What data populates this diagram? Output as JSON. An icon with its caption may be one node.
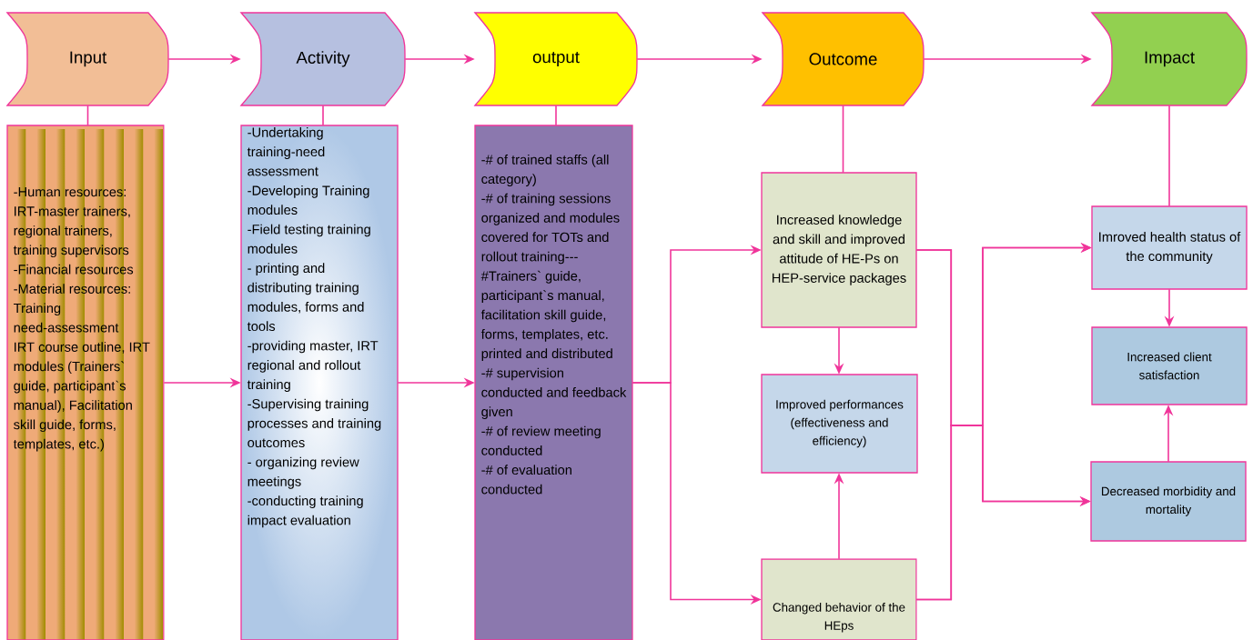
{
  "diagram": {
    "nodes": [
      {
        "text": [
          "Input"
        ]
      },
      {
        "text": [
          "Activity"
        ]
      },
      {
        "text": [
          "output"
        ]
      },
      {
        "text": [
          "Outcome"
        ]
      },
      {
        "text": [
          "Impact"
        ]
      },
      {
        "text": [
          "-Human resources: IRT-master trainers, regional trainers, training supervisors",
          "-Financial resources",
          "-Material resources:",
          "Training need-assessment",
          "IRT course outline, IRT modules (Trainers` guide, participant`s manual), Facilitation skill guide, forms, templates,  etc.)"
        ]
      },
      {
        "text": [
          "-Undertaking training-need assessment",
          "-Developing Training modules",
          "-Field testing training modules",
          "- printing and distributing training modules, forms and tools",
          "-providing master, IRT regional and rollout training",
          "-Supervising training processes and training outcomes",
          "- organizing review meetings",
          "-conducting training impact evaluation"
        ]
      },
      {
        "text": [
          "-# of trained staffs (all category)",
          "-# of training sessions organized and modules covered for TOTs and rollout training---",
          "#Trainers` guide, participant`s manual, facilitation skill guide, forms, templates,  etc. printed and distributed",
          "-# supervision conducted and feedback given",
          "-# of review meeting conducted",
          "-# of evaluation conducted"
        ]
      },
      {
        "text": [
          "Increased knowledge and skill and improved attitude of HE-Ps on HEP-service packages"
        ]
      },
      {
        "text": [
          "Improved performances (effectiveness and efficiency)"
        ]
      },
      {
        "text": [
          "Changed behavior of the HEps"
        ]
      },
      {
        "text": [
          "Imroved health status of the community"
        ]
      },
      {
        "text": [
          "Increased client satisfaction"
        ]
      },
      {
        "text": [
          "Decreased morbidity and mortality"
        ]
      }
    ],
    "edges": [
      {
        "from": 0,
        "to": 1,
        "arrow": "to"
      },
      {
        "from": 1,
        "to": 2,
        "arrow": "to"
      },
      {
        "from": 2,
        "to": 3,
        "arrow": "to"
      },
      {
        "from": 3,
        "to": 4,
        "arrow": "to"
      },
      {
        "from": 0,
        "to": 5,
        "arrow": "none"
      },
      {
        "from": 1,
        "to": 6,
        "arrow": "none"
      },
      {
        "from": 2,
        "to": 7,
        "arrow": "none"
      },
      {
        "from": 3,
        "to": 8,
        "arrow": "none"
      },
      {
        "from": 4,
        "to": 11,
        "arrow": "none"
      },
      {
        "from": 5,
        "to": 6,
        "arrow": "to"
      },
      {
        "from": 6,
        "to": 7,
        "arrow": "to"
      },
      {
        "from": 7,
        "to": 8,
        "arrow": "to"
      },
      {
        "from": 7,
        "to": 10,
        "arrow": "to"
      },
      {
        "from": 8,
        "to": 9,
        "arrow": "to"
      },
      {
        "from": 10,
        "to": 9,
        "arrow": "to"
      },
      {
        "from": 8,
        "to": 11,
        "arrow": "to"
      },
      {
        "from": 8,
        "to": 13,
        "arrow": "to"
      },
      {
        "from": 10,
        "to": 11,
        "arrow": "to"
      },
      {
        "from": 10,
        "to": 13,
        "arrow": "to"
      },
      {
        "from": 11,
        "to": 12,
        "arrow": "to"
      },
      {
        "from": 13,
        "to": 12,
        "arrow": "to"
      }
    ]
  }
}
